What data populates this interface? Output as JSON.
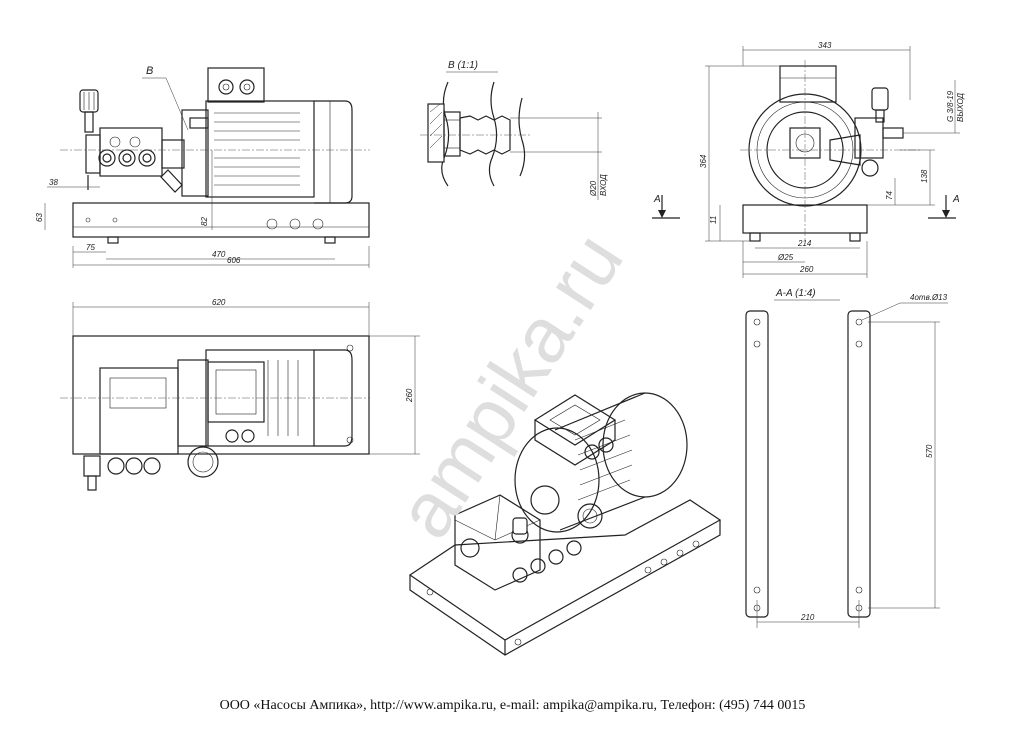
{
  "watermark": "ampika.ru",
  "footer": "ООО «Насосы Ампика», http://www.ampika.ru, e-mail: ampika@ampika.ru, Телефон: (495) 744 0015",
  "views": {
    "front": {
      "callout": "B",
      "dims": {
        "d38": "38",
        "d63": "63",
        "d82": "82",
        "d75": "75",
        "d470": "470",
        "d606": "606"
      }
    },
    "detail_b": {
      "title": "B (1:1)",
      "label_d20": "Ø20",
      "label_inlet": "ВХОД"
    },
    "side": {
      "dims": {
        "d343": "343",
        "d364": "364",
        "d138": "138",
        "d74": "74",
        "d11": "11",
        "d214": "214",
        "d25": "Ø25",
        "d260": "260"
      },
      "label_thread": "G 3/8-19",
      "label_outlet": "ВЫХОД",
      "section_a_left": "A",
      "section_a_right": "A"
    },
    "top": {
      "dims": {
        "d620": "620",
        "d260": "260"
      }
    },
    "section": {
      "title": "A-A (1:4)",
      "holes": "4отв.Ø13",
      "dims": {
        "d570": "570",
        "d210": "210"
      }
    }
  }
}
